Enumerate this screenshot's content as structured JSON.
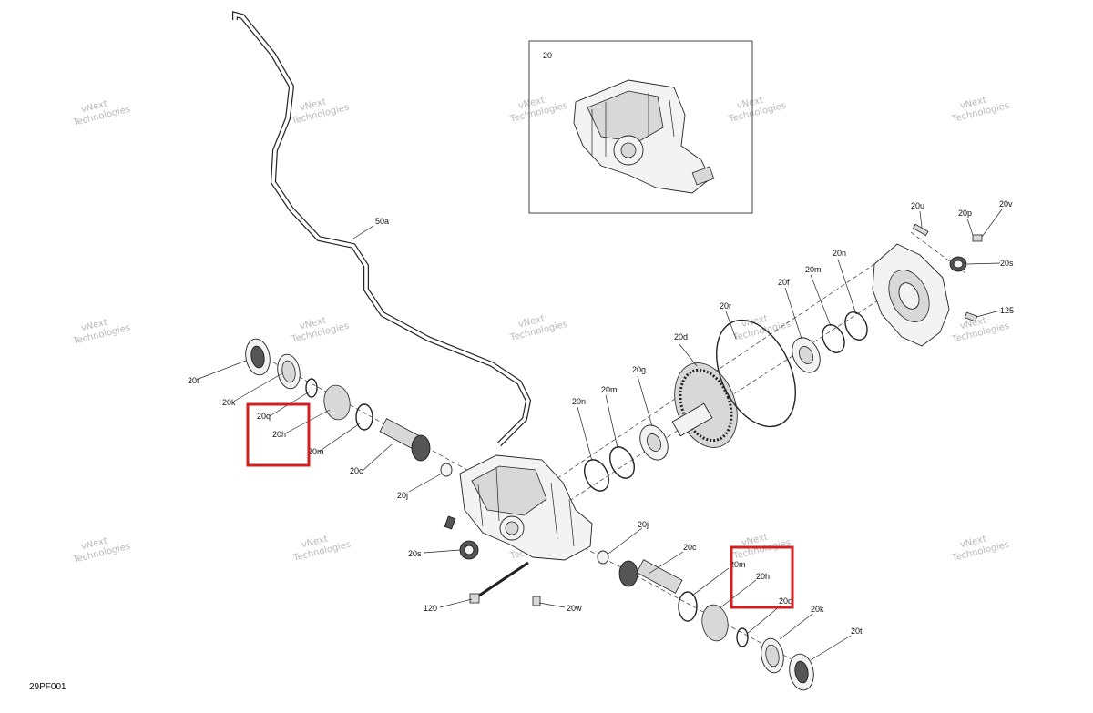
{
  "diagram_code": "29PF001",
  "inset_label": "20",
  "watermark": {
    "line1": "vNext",
    "line2": "Technologies"
  },
  "labels": {
    "l50a": "50a",
    "l20u": "20u",
    "l20p": "20p",
    "l20v": "20v",
    "l20n_top": "20n",
    "l20s_top": "20s",
    "l20m_top": "20m",
    "l20f": "20f",
    "l20r": "20r",
    "l125": "125",
    "l20d": "20d",
    "l20g": "20g",
    "l20m_mid": "20m",
    "l20n_mid": "20n",
    "l20t_left": "20t",
    "l20k_left": "20k",
    "l20q_left": "20q",
    "l20h_left": "20h",
    "l20m_left": "20m",
    "l20c_left": "20c",
    "l20j_left": "20j",
    "l20s_bot": "20s",
    "l120": "120",
    "l20w": "20w",
    "l20j_bot": "20j",
    "l20c_bot": "20c",
    "l20m_bot": "20m",
    "l20h_bot": "20h",
    "l20q_bot": "20q",
    "l20k_bot": "20k",
    "l20t_bot": "20t"
  }
}
